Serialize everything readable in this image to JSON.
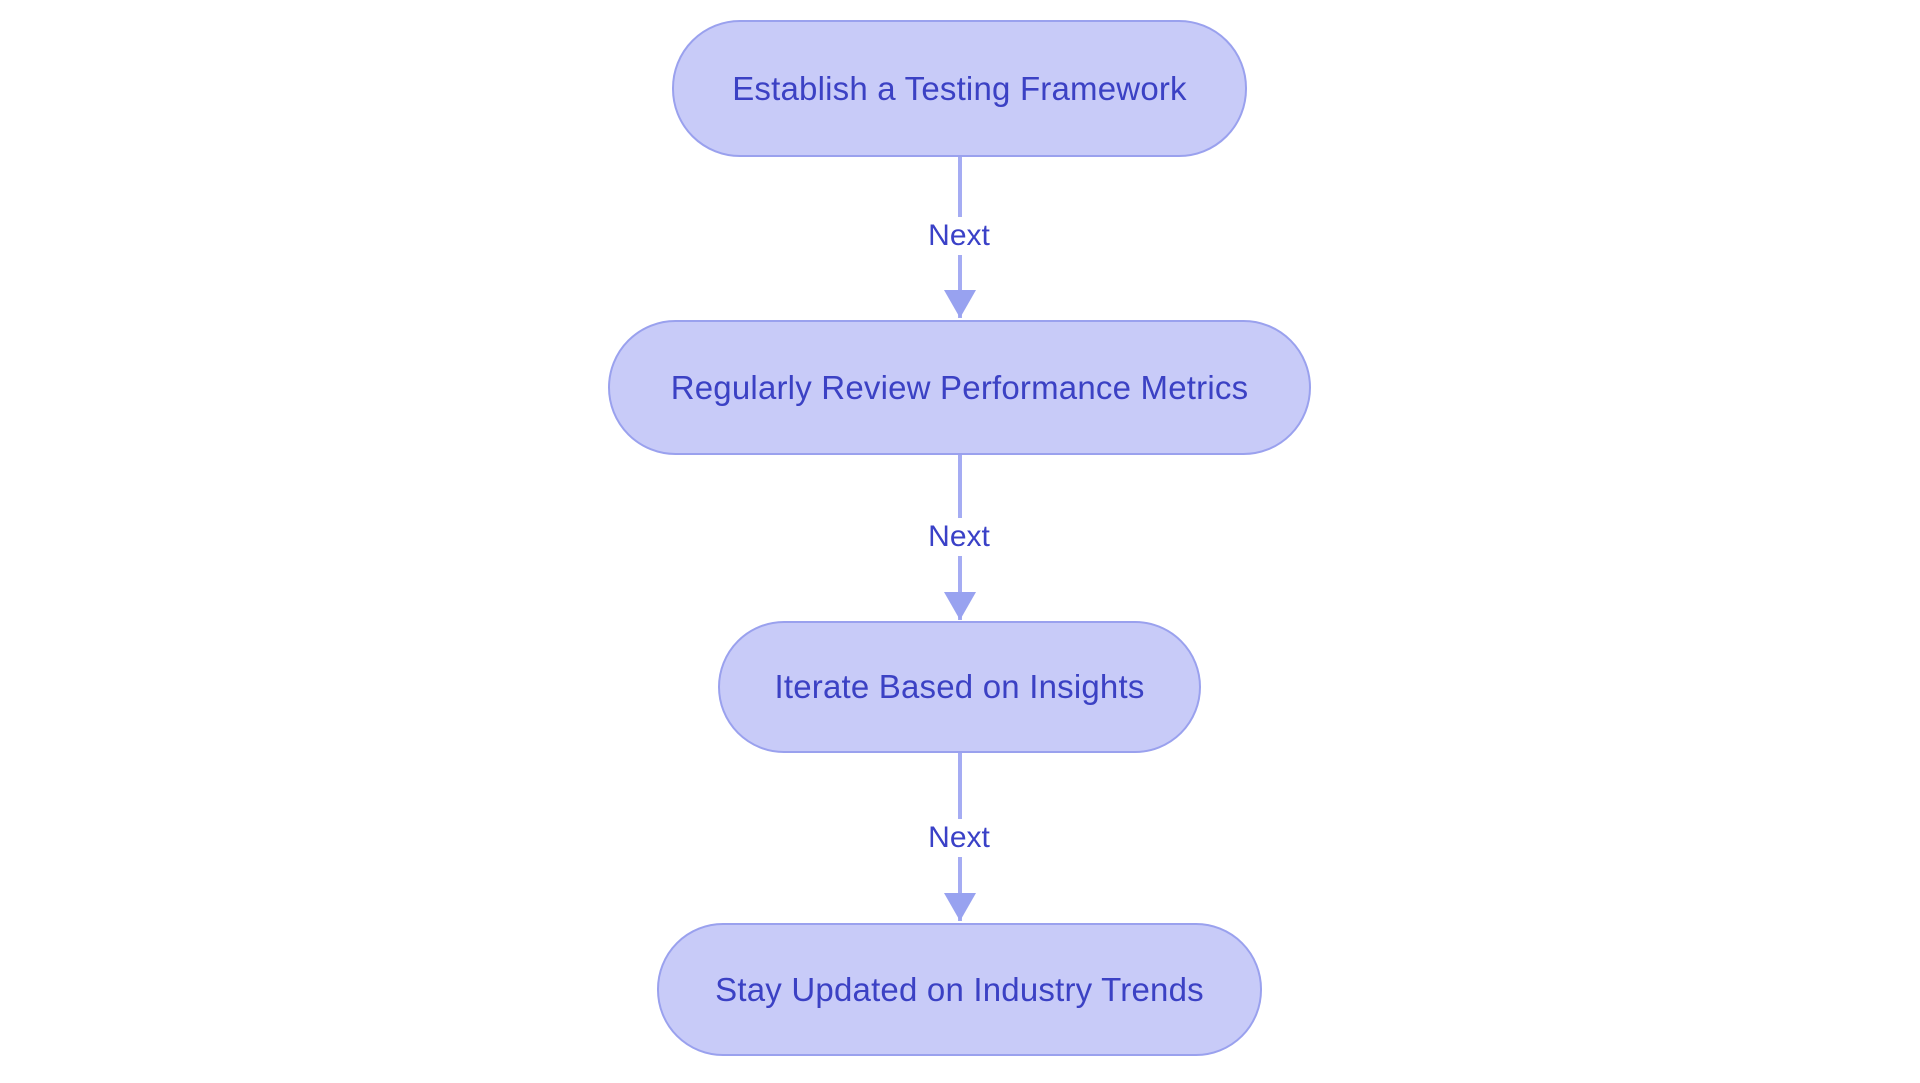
{
  "diagram": {
    "type": "flowchart",
    "direction": "top-down",
    "nodes": [
      {
        "id": "n1",
        "label": "Establish a Testing Framework"
      },
      {
        "id": "n2",
        "label": "Regularly Review Performance Metrics"
      },
      {
        "id": "n3",
        "label": "Iterate Based on Insights"
      },
      {
        "id": "n4",
        "label": "Stay Updated on Industry Trends"
      }
    ],
    "edges": [
      {
        "from": "n1",
        "to": "n2",
        "label": "Next"
      },
      {
        "from": "n2",
        "to": "n3",
        "label": "Next"
      },
      {
        "from": "n3",
        "to": "n4",
        "label": "Next"
      }
    ],
    "colors": {
      "background": "#ffffff",
      "node_fill": "#c8cbf8",
      "node_border": "#9aa1ee",
      "node_text": "#3b41c4",
      "edge_line": "#a5acf3",
      "edge_arrow": "#98a2f0",
      "edge_label_text": "#3a41c7"
    }
  }
}
